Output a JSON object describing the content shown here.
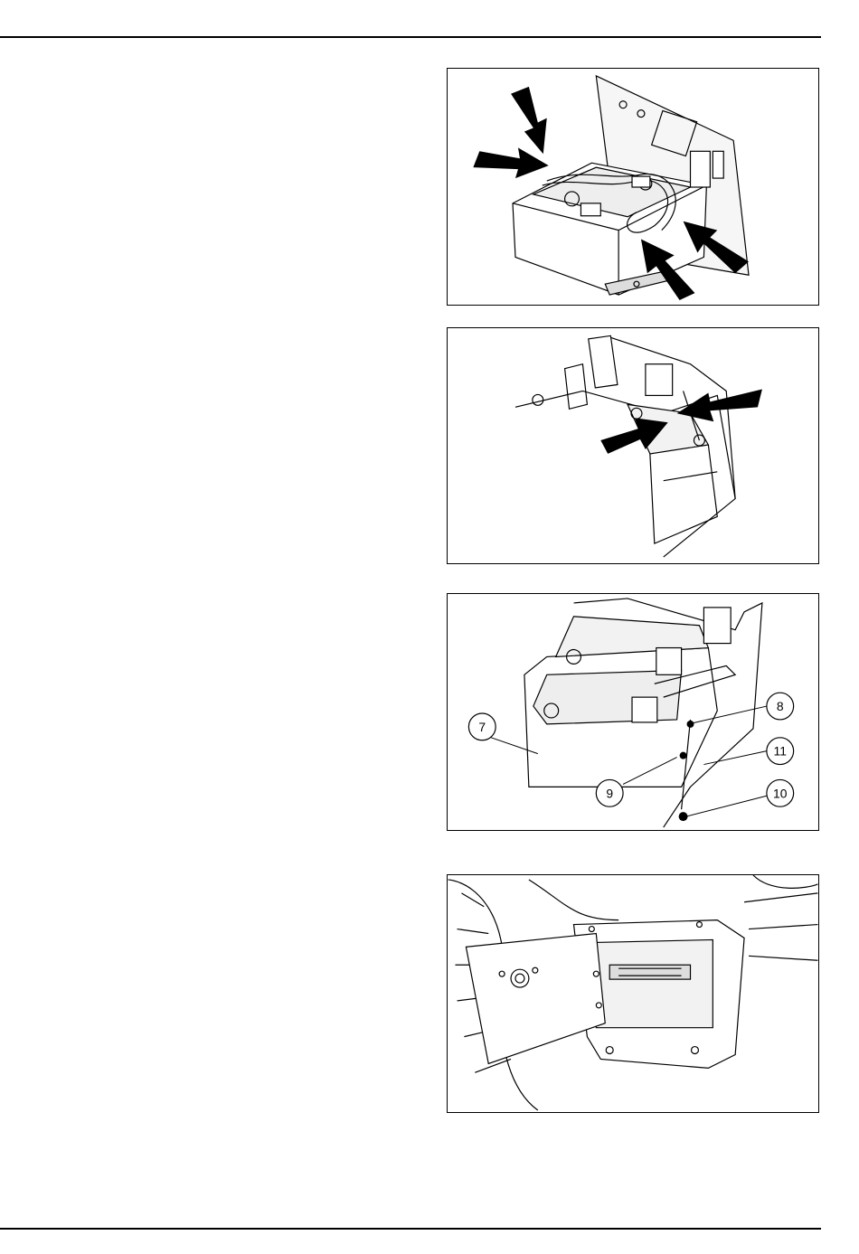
{
  "figures": [
    {
      "id": "battery-cable-arrows"
    },
    {
      "id": "battery-box-arrows"
    },
    {
      "id": "battery-mounting",
      "callouts": [
        "7",
        "8",
        "9",
        "10",
        "11"
      ]
    },
    {
      "id": "battery-cover-open"
    }
  ]
}
